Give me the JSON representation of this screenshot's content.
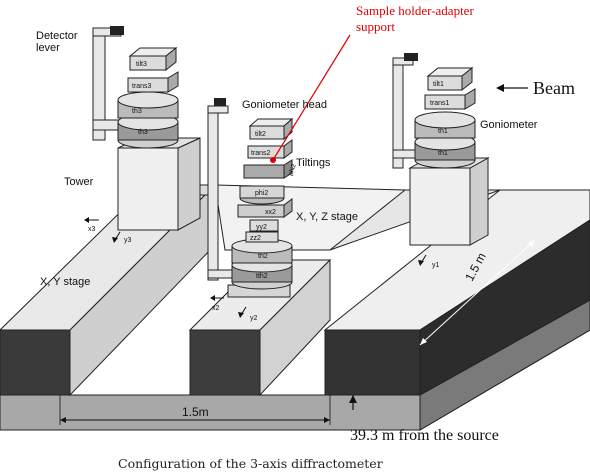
{
  "caption": "Configuration of the 3-axis diffractometer",
  "labels": {
    "detector_lever": [
      "Detector",
      "lever"
    ],
    "sample_holder": [
      "Sample holder-adapter",
      "support"
    ],
    "goniometer_head": "Goniometer head",
    "tiltings": "Tiltings",
    "beam": "Beam",
    "goniometer": "Goniometer",
    "tower": "Tower",
    "xyz_stage": "X, Y, Z stage",
    "xy_stage": "X, Y stage",
    "dim_1_5m_bottom": "1.5m",
    "dim_1_5m_side": "1.5 m",
    "distance_from_source": "39.3 m from the source"
  },
  "stack_left": {
    "tilt": "tilt3",
    "trans": "trans3",
    "th_upper": "th3",
    "th_lower": "th3",
    "x_axis": "x3",
    "y_axis": "y3"
  },
  "stack_center": {
    "tilt": "tilt2",
    "trans": "trans2",
    "phi_side": "phi2",
    "phi": "phi2",
    "xx": "xx2",
    "yy": "yy2",
    "zz": "zz2",
    "th_upper": "th2",
    "th_lower": "tth2",
    "x_axis": "x2",
    "y_axis": "y2"
  },
  "stack_right": {
    "tilt": "tilt1",
    "trans": "trans1",
    "th_upper": "th1",
    "th_lower": "th1",
    "y_axis": "y1"
  },
  "colors": {
    "annotation": "#e00000",
    "block_dark": "#3a3a3a",
    "surface_light": "#eeeeee",
    "surface_mid": "#b0b0b0"
  }
}
